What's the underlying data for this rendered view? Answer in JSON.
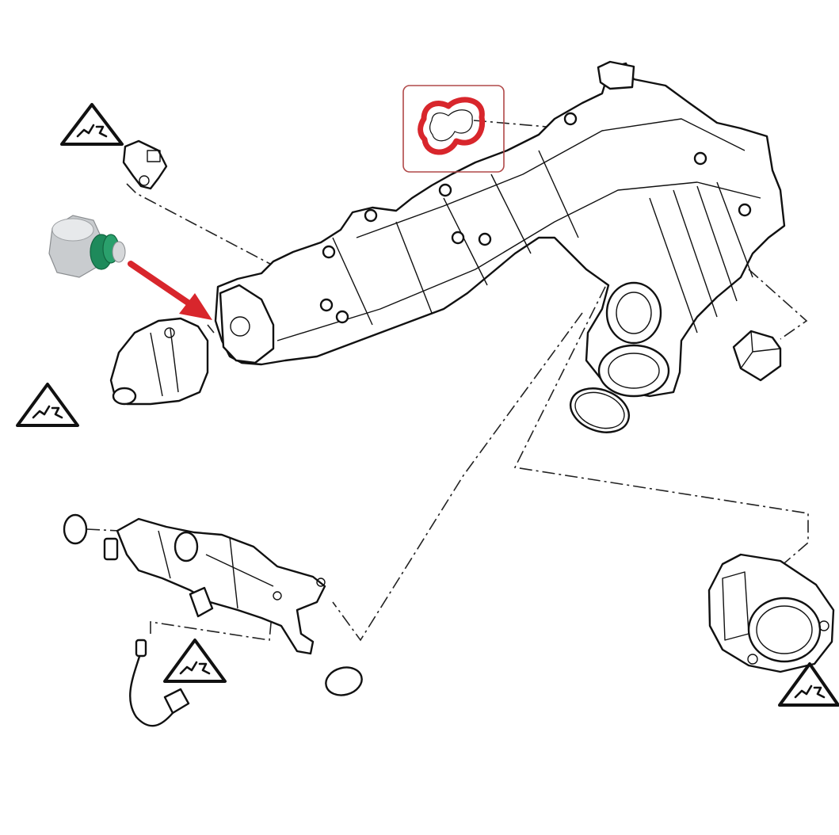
{
  "diagram": {
    "warning_symbols": [
      "warning-symbol",
      "warning-symbol",
      "warning-symbol",
      "warning-symbol"
    ],
    "colors": {
      "line": "#111111",
      "highlight_red": "#d8262c",
      "highlight_box": "#b04848",
      "seal_green": "#1e8a5b",
      "plug_silver": "#c9cccf"
    },
    "icons": [
      "warning-triangle-icon",
      "arrow-icon"
    ]
  }
}
